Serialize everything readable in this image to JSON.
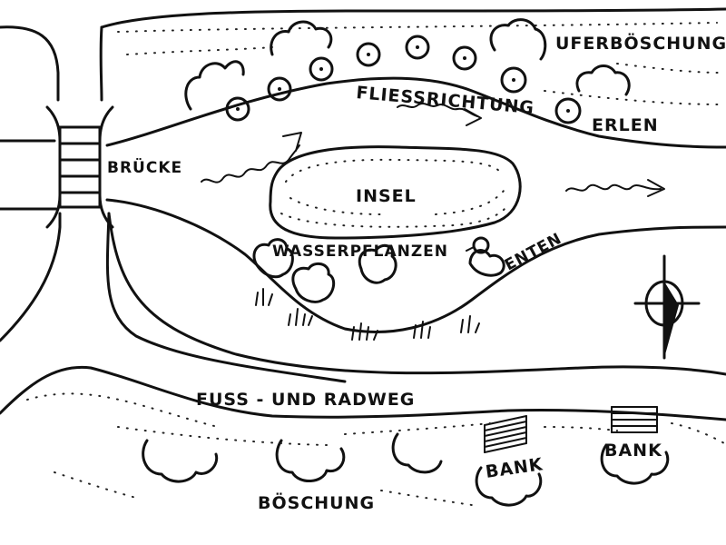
{
  "map": {
    "labels": {
      "uferboeschung": "UFERBÖSCHUNG",
      "fliessrichtung": "FLIESSRICHTUNG",
      "erlen": "ERLEN",
      "bruecke": "BRÜCKE",
      "insel": "INSEL",
      "wasserpflanzen": "WASSERPFLANZEN",
      "enten": "ENTEN",
      "fuss_und_radweg": "FUSS - UND RADWEG",
      "bank_1": "BANK",
      "bank_2": "BANK",
      "boeschung": "BÖSCHUNG"
    },
    "icons": {
      "compass": "compass-rose-icon",
      "duck": "duck-icon",
      "flow_arrow": "wavy-arrow-icon",
      "tree": "alder-tree-icon",
      "bush": "bush-icon",
      "bench": "bench-icon",
      "bridge": "bridge-icon"
    },
    "colors": {
      "ink": "#111111",
      "paper": "#ffffff"
    }
  }
}
